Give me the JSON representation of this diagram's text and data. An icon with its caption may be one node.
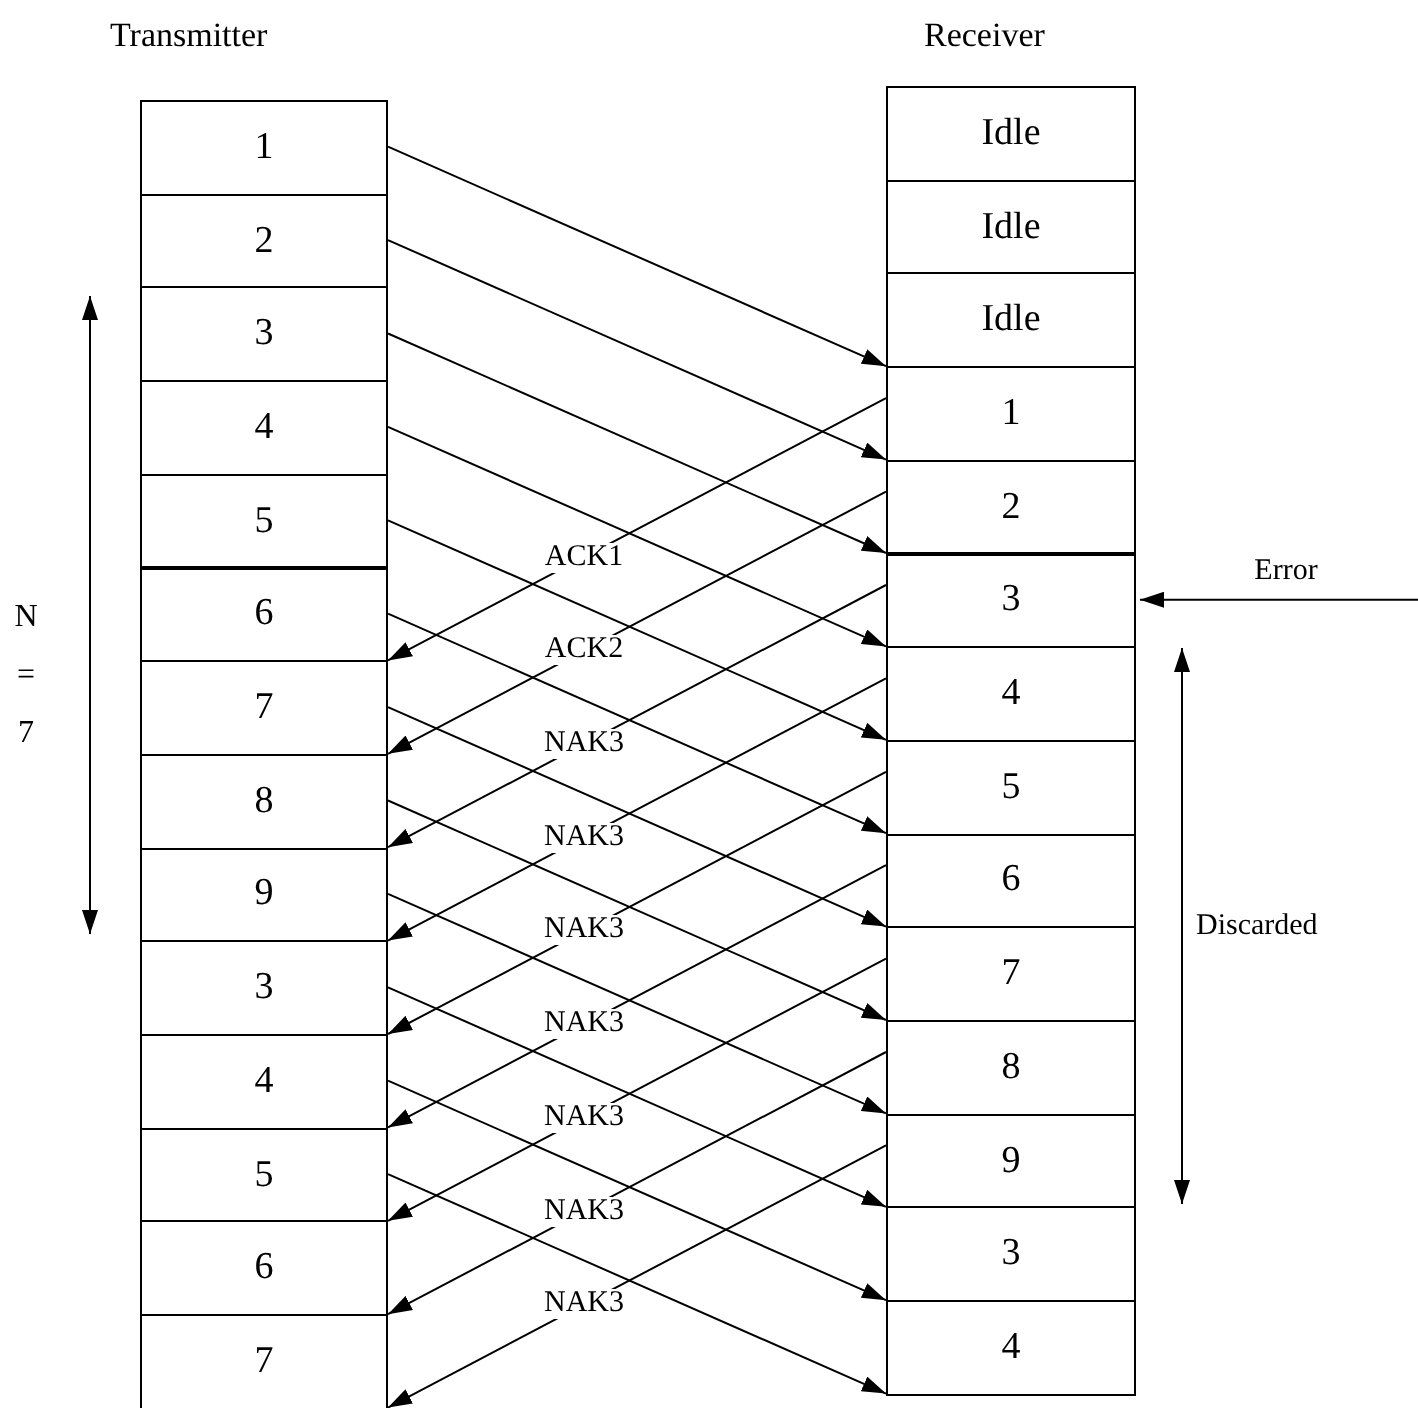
{
  "diagram": {
    "nodes": [
      {
        "text": [
          "1"
        ]
      },
      {
        "text": [
          "2"
        ]
      },
      {
        "text": [
          "3"
        ]
      },
      {
        "text": [
          "4"
        ]
      },
      {
        "text": [
          "5"
        ]
      },
      {
        "text": [
          "6"
        ]
      },
      {
        "text": [
          "7"
        ]
      },
      {
        "text": [
          "8"
        ]
      },
      {
        "text": [
          "9"
        ]
      },
      {
        "text": [
          "3"
        ]
      },
      {
        "text": [
          "4"
        ]
      },
      {
        "text": [
          "5"
        ]
      },
      {
        "text": [
          "6"
        ]
      },
      {
        "text": [
          "7"
        ]
      },
      {
        "text": [
          "Idle"
        ]
      },
      {
        "text": [
          "Idle"
        ]
      },
      {
        "text": [
          "Idle"
        ]
      },
      {
        "text": [
          "1"
        ]
      },
      {
        "text": [
          "2"
        ]
      },
      {
        "text": [
          "3"
        ]
      },
      {
        "text": [
          "4"
        ]
      },
      {
        "text": [
          "5"
        ]
      },
      {
        "text": [
          "6"
        ]
      },
      {
        "text": [
          "7"
        ]
      },
      {
        "text": [
          "8"
        ]
      },
      {
        "text": [
          "9"
        ]
      },
      {
        "text": [
          "3"
        ]
      },
      {
        "text": [
          "4"
        ]
      }
    ],
    "edges": [
      {
        "from": 0,
        "to": 17,
        "arrow": "to"
      },
      {
        "from": 1,
        "to": 18,
        "arrow": "to"
      },
      {
        "from": 2,
        "to": 19,
        "arrow": "to"
      },
      {
        "from": 3,
        "to": 20,
        "arrow": "to"
      },
      {
        "from": 4,
        "to": 21,
        "arrow": "to"
      },
      {
        "from": 5,
        "to": 22,
        "arrow": "to"
      },
      {
        "from": 6,
        "to": 23,
        "arrow": "to"
      },
      {
        "from": 7,
        "to": 24,
        "arrow": "to"
      },
      {
        "from": 8,
        "to": 25,
        "arrow": "to"
      },
      {
        "from": 9,
        "to": 26,
        "arrow": "to"
      },
      {
        "from": 10,
        "to": 27,
        "arrow": "to"
      },
      {
        "from": 11,
        "to": 27,
        "arrow": "to"
      },
      {
        "from": 17,
        "to": 6,
        "arrow": "to",
        "label": "ACK1"
      },
      {
        "from": 18,
        "to": 7,
        "arrow": "to",
        "label": "ACK2"
      },
      {
        "from": 19,
        "to": 8,
        "arrow": "to",
        "label": "NAK3"
      },
      {
        "from": 20,
        "to": 9,
        "arrow": "to",
        "label": "NAK3"
      },
      {
        "from": 21,
        "to": 10,
        "arrow": "to",
        "label": "NAK3"
      },
      {
        "from": 22,
        "to": 11,
        "arrow": "to",
        "label": "NAK3"
      },
      {
        "from": 23,
        "to": 12,
        "arrow": "to",
        "label": "NAK3"
      },
      {
        "from": 24,
        "to": 13,
        "arrow": "to",
        "label": "NAK3"
      },
      {
        "from": 25,
        "to": 13,
        "arrow": "to",
        "label": "NAK3"
      },
      {
        "from": null,
        "to": 19,
        "arrow": "to",
        "label": "Error"
      }
    ],
    "labels": [
      "Transmitter",
      "Receiver",
      "N = 7",
      "Discarded"
    ]
  }
}
